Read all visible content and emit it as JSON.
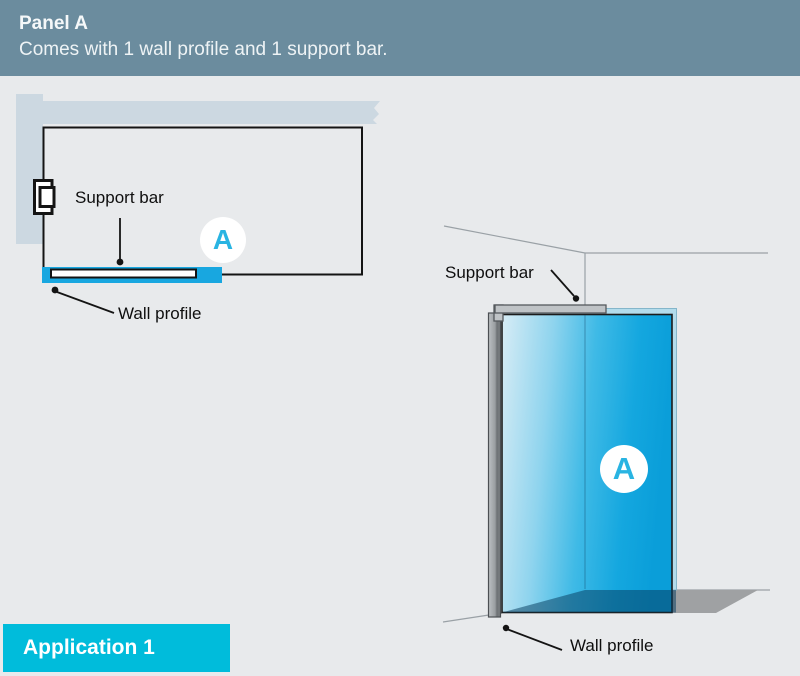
{
  "header": {
    "title": "Panel A",
    "subtitle": "Comes with 1 wall profile and 1 support bar.",
    "bg_color": "#6b8c9e"
  },
  "banner": {
    "label": "Application 1",
    "bg_color": "#00bcdb"
  },
  "plan_view": {
    "support_bar_label": "Support bar",
    "wall_profile_label": "Wall profile",
    "panel_badge": "A"
  },
  "perspective_view": {
    "support_bar_label": "Support bar",
    "wall_profile_label": "Wall profile",
    "panel_badge": "A"
  },
  "colors": {
    "wall_section_fill": "#ccd8e1",
    "wall_profile_blue": "#18a7e0",
    "badge_letter": "#29b4e2",
    "glass_light": "#d7ecf5",
    "glass_dark": "#0a9ed9",
    "shadow_gray": "#9fa1a3",
    "metal_gray": "#bfc3c6"
  }
}
